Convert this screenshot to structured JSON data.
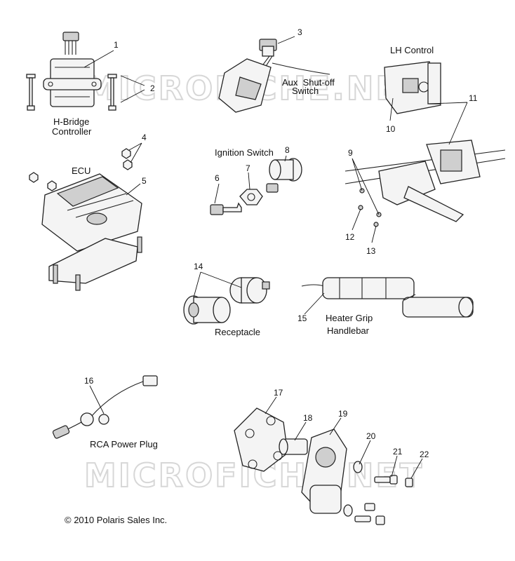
{
  "watermarks": [
    "MICROFICHE.NET",
    "MICROFICHE.NET"
  ],
  "callouts": [
    "1",
    "2",
    "3",
    "4",
    "5",
    "6",
    "7",
    "8",
    "9",
    "10",
    "11",
    "12",
    "13",
    "14",
    "15",
    "16",
    "17",
    "18",
    "19",
    "20",
    "21",
    "22"
  ],
  "labels": {
    "h_bridge": [
      "H-Bridge",
      "Controller"
    ],
    "aux_shutoff": [
      "Aux  Shut-off",
      "Switch"
    ],
    "lh_control": "LH Control",
    "ecu": "ECU",
    "ignition_switch": "Ignition Switch",
    "receptacle": "Receptacle",
    "heater_grip": [
      "Heater Grip",
      "Handlebar"
    ],
    "rca_plug": "RCA Power Plug"
  },
  "copyright": "© 2010 Polaris Sales Inc."
}
